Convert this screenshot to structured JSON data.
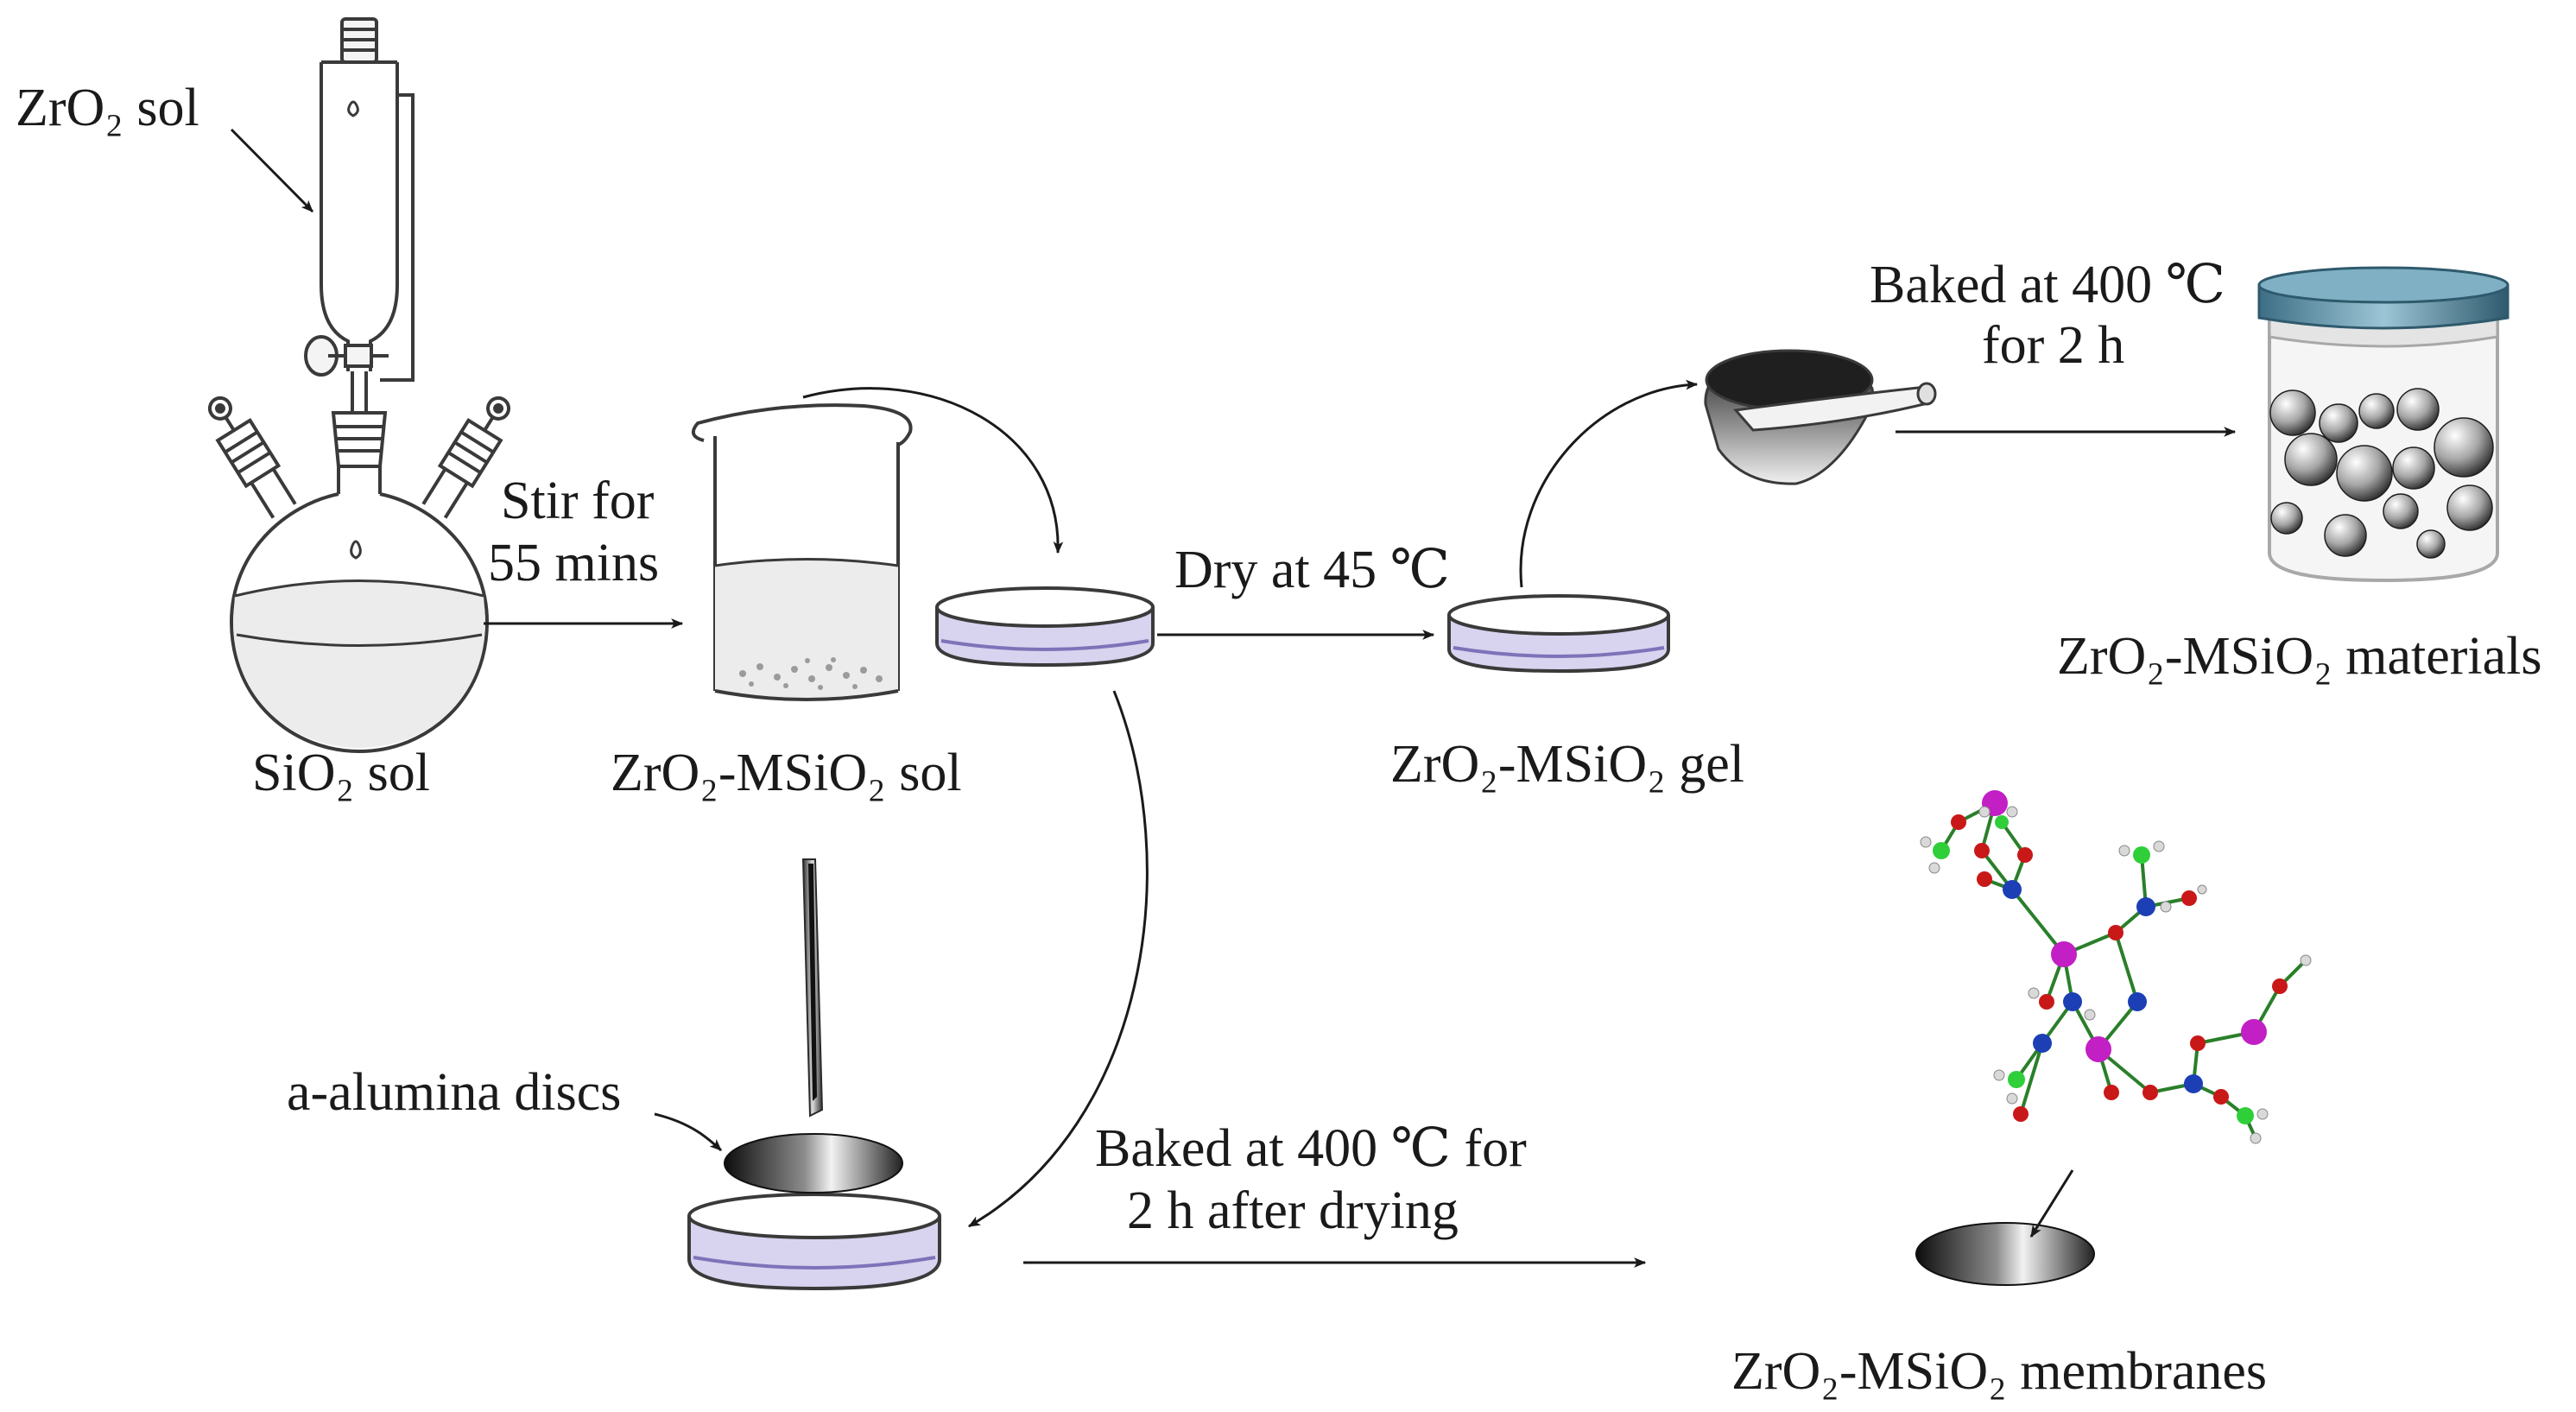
{
  "labels": {
    "zro2_sol": "ZrO₂ sol",
    "sio2_sol": "SiO₂ sol",
    "stir_line1": "Stir for",
    "stir_line2": "55 mins",
    "mixed_sol": "ZrO₂-MSiO₂ sol",
    "dry": "Dry at 45 ℃",
    "gel": "ZrO₂-MSiO₂ gel",
    "bake1_line1": "Baked at 400 ℃",
    "bake1_line2": "for 2 h",
    "materials": "ZrO₂-MSiO₂ materials",
    "discs": "a-alumina discs",
    "bake2_line1": "Baked at 400 ℃ for",
    "bake2_line2": "2 h after drying",
    "membranes": "ZrO₂-MSiO₂ membranes"
  },
  "colors": {
    "liquid": "#c9c3e6",
    "liquid_edge": "#7d73b8",
    "glass": "#3a3a3a",
    "zr_atom": "#c21fc4",
    "si_atom": "#1c3fb5",
    "o_atom": "#c91818",
    "c_atom": "#2fcf3a",
    "h_atom": "#d9d9d9",
    "jar_lid": "#5b8fa3"
  }
}
